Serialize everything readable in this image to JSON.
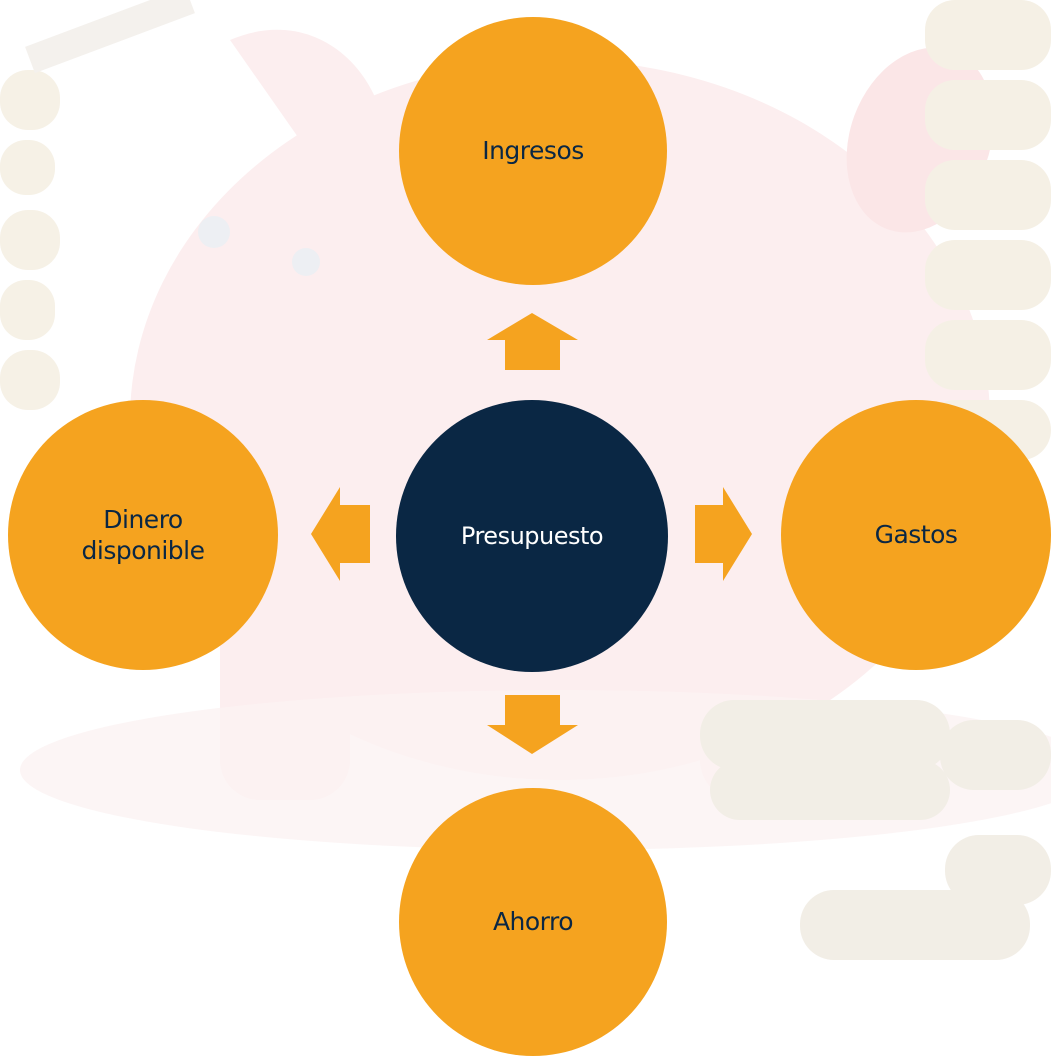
{
  "diagram": {
    "center": {
      "label": "Presupuesto"
    },
    "nodes": {
      "top": {
        "label": "Ingresos"
      },
      "right": {
        "label": "Gastos"
      },
      "bottom": {
        "label": "Ahorro"
      },
      "left": {
        "label": "Dinero\ndisponible"
      }
    },
    "arrows": {
      "top": {
        "direction": "up"
      },
      "right": {
        "direction": "right"
      },
      "bottom": {
        "direction": "down"
      },
      "left": {
        "direction": "left"
      }
    }
  },
  "colors": {
    "orange": "#F5A31F",
    "navy": "#0A2744",
    "node_text_dark": "#0A2744",
    "center_text": "#FFFFFF",
    "background_tint": "#FCEFF0",
    "background_coin": "#F4EFE4"
  },
  "background": {
    "motif": [
      "piggy-bank-illustration",
      "coin-stacks-illustration"
    ]
  }
}
